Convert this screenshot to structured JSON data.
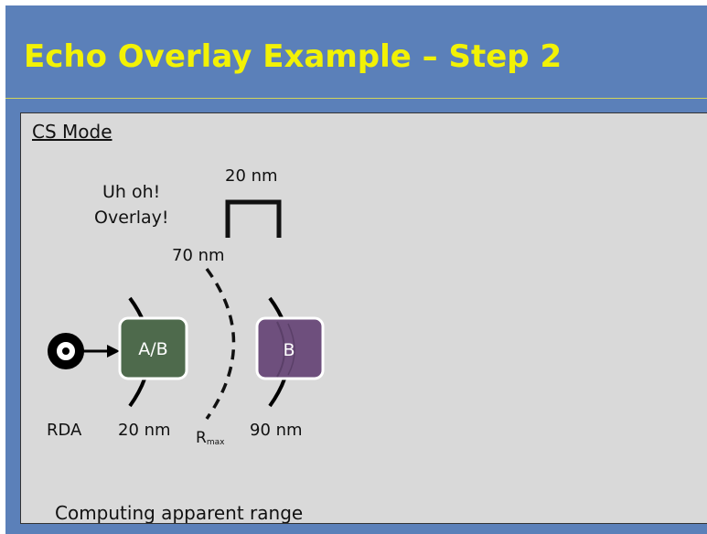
{
  "title": "Echo Overlay Example – Step 2",
  "mode_label": "CS Mode",
  "overlay_note_line1": "Uh oh!",
  "overlay_note_line2": "Overlay!",
  "bracket_label": "20 nm",
  "rmax_range_label": "70 nm",
  "rda_label": "RDA",
  "target_ab_label": "A/B",
  "target_b_label": "B",
  "target_ab_range_label": "20 nm",
  "rmax_label": "R",
  "rmax_subscript": "max",
  "target_b_range_label": "90 nm",
  "caption": "Computing apparent range",
  "colors": {
    "title": "#f2f205",
    "slide_background": "#5b80b9",
    "content_background": "#d9d9d9",
    "target_ab_fill": "#4e6a4c",
    "target_b_fill": "#6e4f7d"
  },
  "icons": {
    "radar": "radar-icon"
  }
}
